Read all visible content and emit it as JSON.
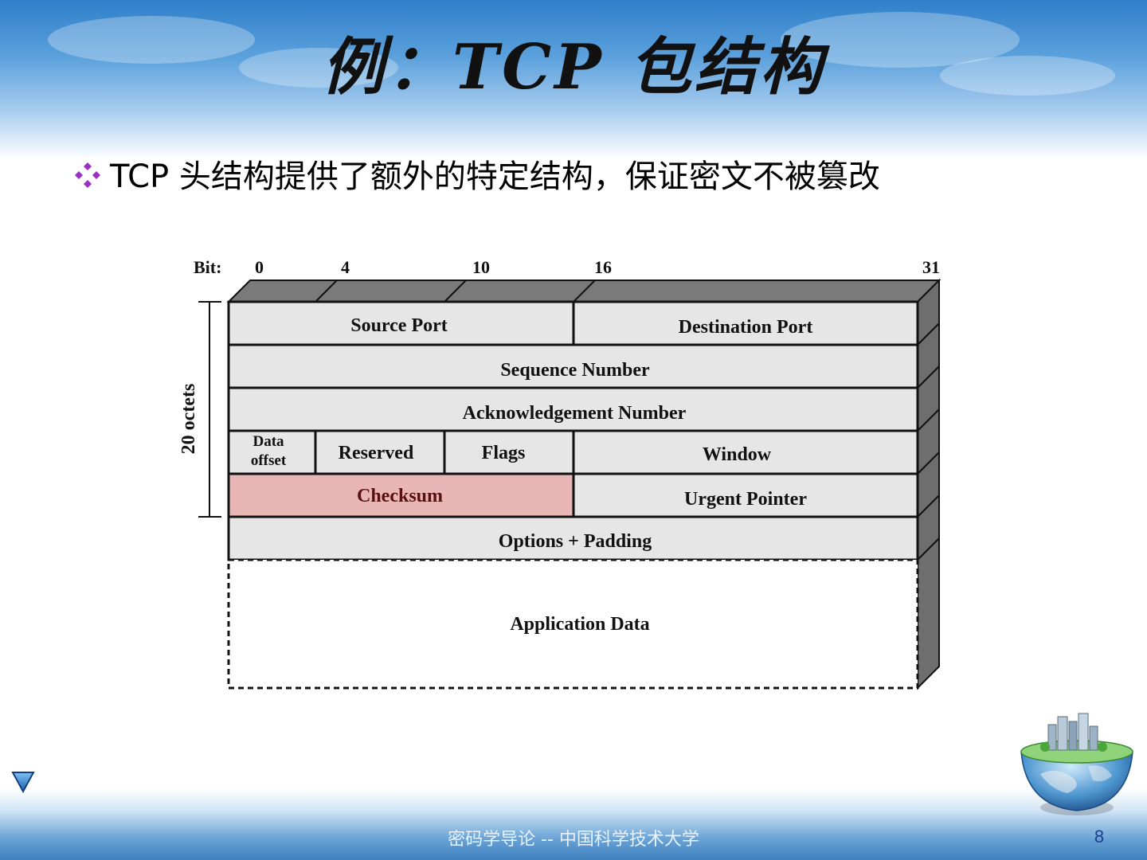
{
  "slide": {
    "title": "例：TCP 包结构",
    "bullet": "TCP 头结构提供了额外的特定结构，保证密文不被篡改",
    "footer": "密码学导论 -- 中国科学技术大学",
    "page_number": "8"
  },
  "diagram": {
    "bit_label": "Bit:",
    "bit_ticks": [
      "0",
      "4",
      "10",
      "16",
      "31"
    ],
    "side_label": "20 octets",
    "rows": [
      {
        "fields": [
          {
            "label": "Source Port"
          },
          {
            "label": "Destination Port"
          }
        ]
      },
      {
        "fields": [
          {
            "label": "Sequence Number"
          }
        ]
      },
      {
        "fields": [
          {
            "label": "Acknowledgement Number"
          }
        ]
      },
      {
        "fields": [
          {
            "label": "Data",
            "label2": "offset"
          },
          {
            "label": "Reserved"
          },
          {
            "label": "Flags"
          },
          {
            "label": "Window"
          }
        ]
      },
      {
        "fields": [
          {
            "label": "Checksum",
            "highlight": true
          },
          {
            "label": "Urgent Pointer"
          }
        ]
      },
      {
        "fields": [
          {
            "label": "Options + Padding"
          }
        ]
      },
      {
        "fields": [
          {
            "label": "Application Data"
          }
        ]
      }
    ],
    "colors": {
      "field_fill": "#e6e6e6",
      "highlight_fill": "#e9b6b6",
      "side_face": "#6e6e6e",
      "top_face": "#7a7a7a",
      "line": "#111111"
    }
  },
  "icons": {
    "bullet": "diamond-bullet-icon",
    "nav": "triangle-down-icon",
    "decor": "globe-city-icon"
  }
}
